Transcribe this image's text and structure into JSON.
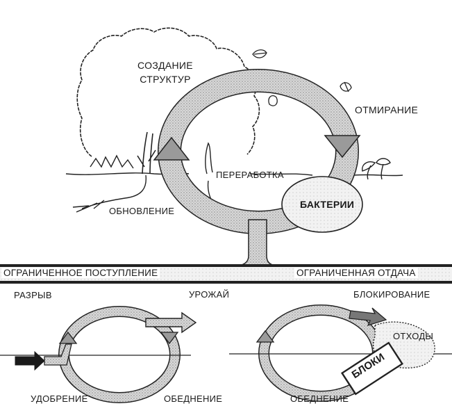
{
  "main_cycle": {
    "creation": "СОЗДАНИЕ\nСТРУКТУР",
    "dying": "ОТМИРАНИЕ",
    "processing": "ПЕРЕРАБОТКА",
    "bacteria": "БАКТЕРИИ",
    "renewal": "ОБНОВЛЕНИЕ"
  },
  "band": {
    "left": "ОГРАНИЧЕННОЕ ПОСТУПЛЕНИЕ",
    "right": "ОГРАНИЧЕННАЯ ОТДАЧА"
  },
  "lower": {
    "rupture": "РАЗРЫВ",
    "harvest": "УРОЖАЙ",
    "blocking": "БЛОКИРОВАНИЕ",
    "waste": "ОТХОДЫ",
    "blocks": "БЛОКИ",
    "fertilizer": "УДОБРЕНИЕ",
    "depletion_left": "ОБЕДНЕНИЕ",
    "depletion_right": "ОБЕДНЕНИЕ"
  }
}
